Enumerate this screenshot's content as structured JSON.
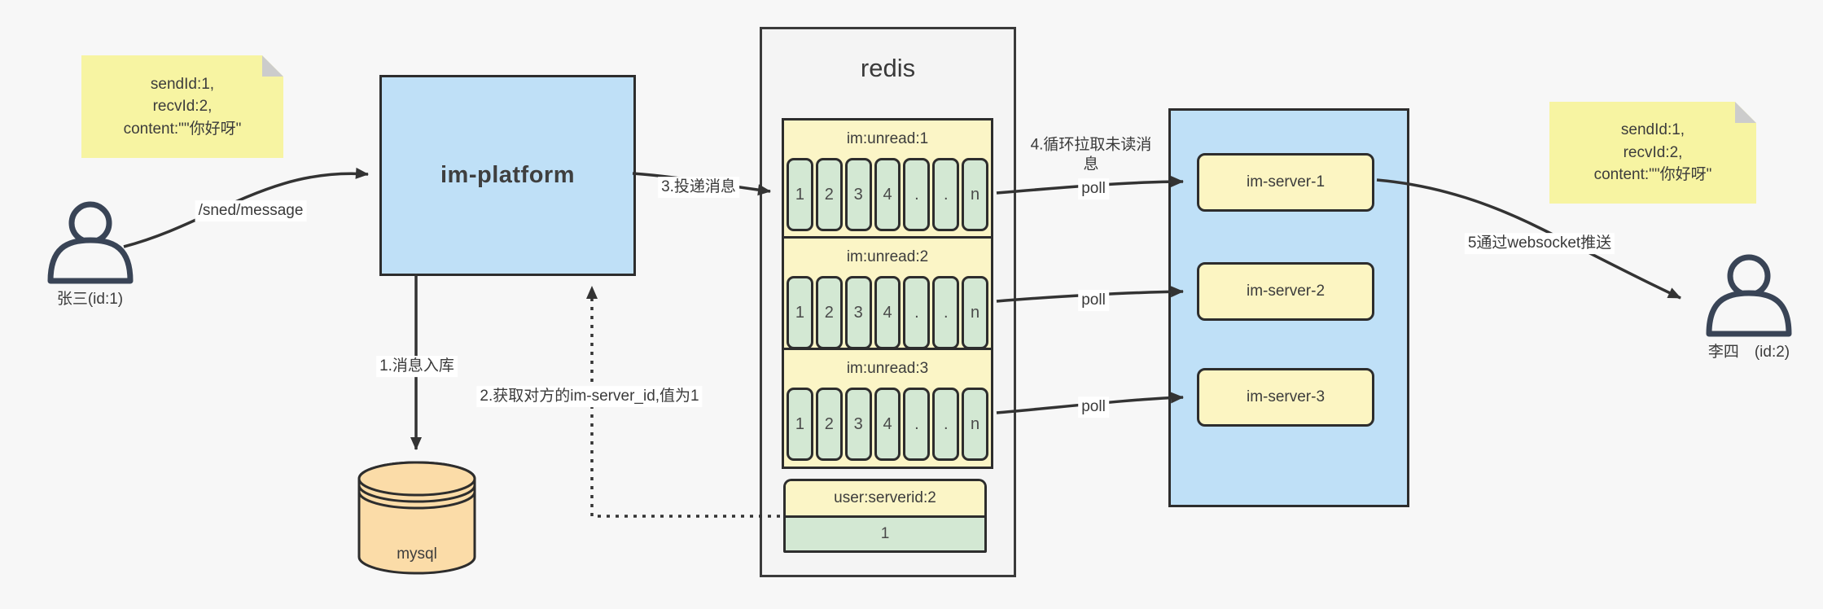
{
  "actors": {
    "sender": "张三(id:1)",
    "receiver": "李四　(id:2)"
  },
  "notes": {
    "left_lines": [
      "sendId:1,",
      "recvId:2,",
      "content:\"\"你好呀\""
    ],
    "right_lines": [
      "sendId:1,",
      "recvId:2,",
      "content:\"\"你好呀\""
    ]
  },
  "platform": {
    "label": "im-platform"
  },
  "database": {
    "label": "mysql"
  },
  "redis": {
    "title": "redis",
    "lists": [
      {
        "title": "im:unread:1",
        "cells": [
          "1",
          "2",
          "3",
          "4",
          ".",
          ".",
          "n"
        ]
      },
      {
        "title": "im:unread:2",
        "cells": [
          "1",
          "2",
          "3",
          "4",
          ".",
          ".",
          "n"
        ]
      },
      {
        "title": "im:unread:3",
        "cells": [
          "1",
          "2",
          "3",
          "4",
          ".",
          ".",
          "n"
        ]
      }
    ],
    "kv": {
      "key": "user:serverid:2",
      "value": "1"
    }
  },
  "cluster": {
    "servers": [
      "im-server-1",
      "im-server-2",
      "im-server-3"
    ]
  },
  "edges": {
    "send_label": "/sned/message",
    "store_label": "1.消息入库",
    "get_server_label": "2.获取对方的im-server_id,值为1",
    "deliver_label": "3.投递消息",
    "pull_label": "4.循环拉取未读消息",
    "poll_labels": [
      "poll",
      "poll",
      "poll"
    ],
    "push_label": "5通过websocket推送"
  },
  "colors": {
    "box_blue": "#bfe0f7",
    "note_yellow": "#f7f4a2",
    "pale_yellow": "#fbf5c6",
    "cell_green": "#d3e8d3",
    "db_orange": "#fbdca8",
    "line": "#333333"
  }
}
